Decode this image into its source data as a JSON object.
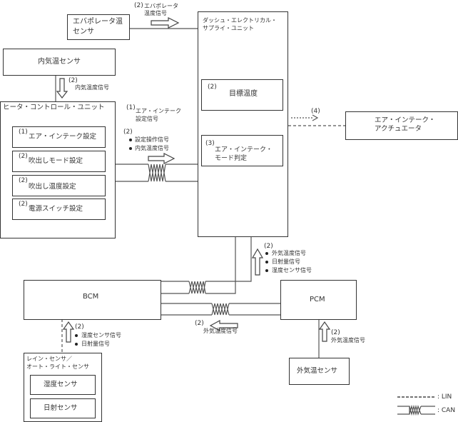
{
  "nodes": {
    "evap_sensor": "エバポレータ温\nセンサ",
    "desu": "ダッシュ・エレクトリカル・\nサプライ・ユニット",
    "cabin_sensor": "内気温センサ",
    "hcu": "ヒータ・コントロール・ユニット",
    "hcu_items": [
      {
        "num": "(1)",
        "label": "エア・インテーク設定"
      },
      {
        "num": "(2)",
        "label": "吹出しモード設定"
      },
      {
        "num": "(2)",
        "label": "吹出し温度設定"
      },
      {
        "num": "(2)",
        "label": "電源スイッチ設定"
      }
    ],
    "target_temp": {
      "num": "(2)",
      "label": "目標温度"
    },
    "intake_judge": {
      "num": "(3)",
      "label": "エア・インテーク・\nモード判定"
    },
    "actuator": "エア・インテーク・\nアクチュエータ",
    "bcm": "BCM",
    "pcm": "PCM",
    "rain_sensor": "レイン・センサ／\nオート・ライト・センサ",
    "humidity_sensor": "湿度センサ",
    "solar_sensor": "日射センサ",
    "outside_sensor": "外気温センサ"
  },
  "signals": {
    "evap": {
      "num": "(2)",
      "text": "エバポレータ\n温度信号"
    },
    "cabin": {
      "num": "(2)",
      "text": "内気温度信号"
    },
    "hcu_out1": {
      "num": "(1)",
      "text": "エア・インテーク\n設定信号"
    },
    "hcu_out2": {
      "num": "(2)",
      "items": [
        "設定操作信号",
        "内気温度信号"
      ]
    },
    "to_actuator": {
      "num": "(4)"
    },
    "to_desu": {
      "num": "(2)",
      "items": [
        "外気温度信号",
        "日射量信号",
        "湿度センサ信号"
      ]
    },
    "pcm_to_bcm": {
      "num": "(2)",
      "text": "外気温度信号"
    },
    "rain_to_bcm": {
      "num": "(2)",
      "items": [
        "湿度センサ信号",
        "日射量信号"
      ]
    },
    "outside_to_pcm": {
      "num": "(2)",
      "text": "外気温度信号"
    }
  },
  "legend": {
    "lin": ": LIN",
    "can": ": CAN"
  }
}
